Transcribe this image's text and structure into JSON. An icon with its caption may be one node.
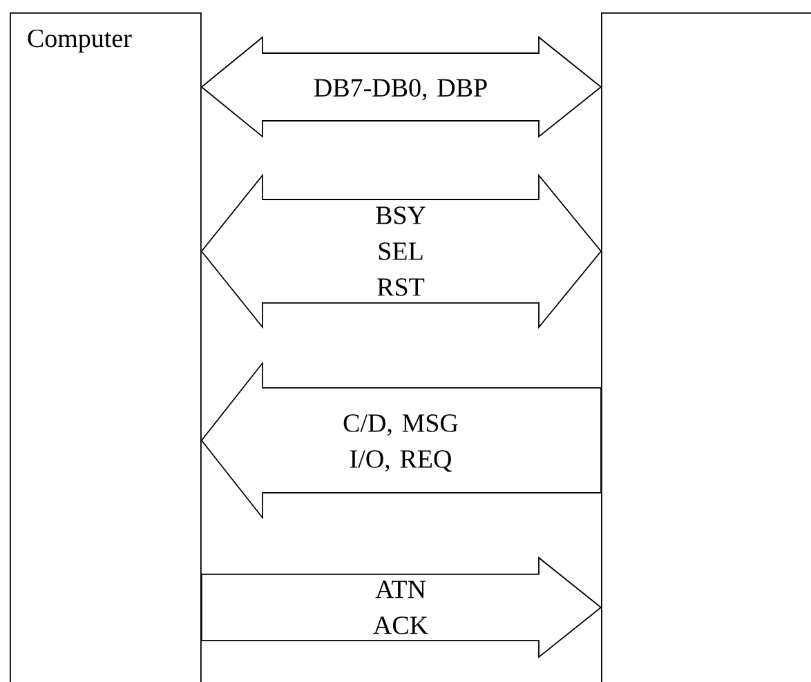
{
  "diagram": {
    "nodes": [
      {
        "text": [
          "Computer"
        ]
      },
      {
        "text": [],
        "shape": "box"
      }
    ],
    "edges": [
      {
        "from": 0,
        "to": 1,
        "arrow": "both",
        "label": "DB7-DB0, DBP"
      },
      {
        "from": 0,
        "to": 1,
        "arrow": "both",
        "label": "BSY SEL RST"
      },
      {
        "from": 1,
        "to": 0,
        "arrow": "to",
        "label": "C/D, MSG I/O, REQ"
      },
      {
        "from": 0,
        "to": 1,
        "arrow": "to",
        "label": "ATN ACK"
      }
    ]
  }
}
